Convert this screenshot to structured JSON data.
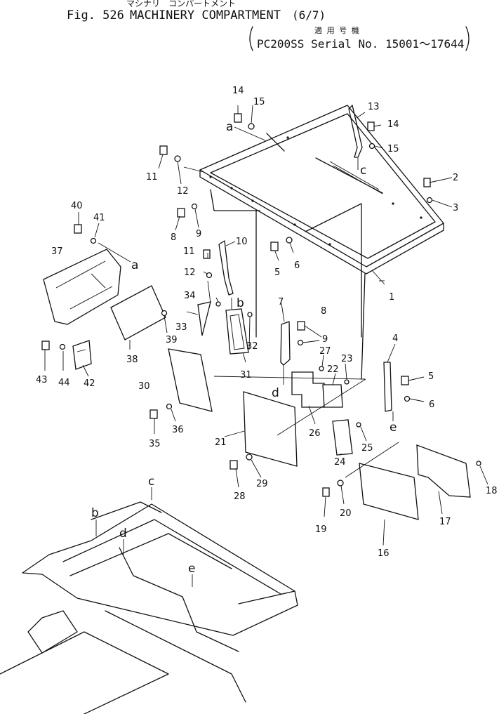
{
  "header": {
    "kana_title": "マシナリ　コンパートメント",
    "fig_label": "Fig. 526",
    "title": "MACHINERY COMPARTMENT",
    "sheet": "(6/7)",
    "applicable_label": "適 用 号 機",
    "model_serial": "PC200SS Serial No. 15001～17644"
  },
  "callouts": [
    "1",
    "2",
    "3",
    "4",
    "5",
    "5",
    "6",
    "6",
    "7",
    "8",
    "8",
    "9",
    "9",
    "10",
    "11",
    "11",
    "12",
    "12",
    "13",
    "14",
    "14",
    "15",
    "15",
    "16",
    "17",
    "18",
    "19",
    "20",
    "21",
    "22",
    "23",
    "24",
    "25",
    "26",
    "27",
    "28",
    "29",
    "30",
    "31",
    "32",
    "33",
    "34",
    "35",
    "36",
    "37",
    "38",
    "39",
    "40",
    "41",
    "42",
    "43",
    "44"
  ],
  "ref_letters": [
    "a",
    "a",
    "b",
    "b",
    "c",
    "c",
    "d",
    "d",
    "e",
    "e"
  ]
}
